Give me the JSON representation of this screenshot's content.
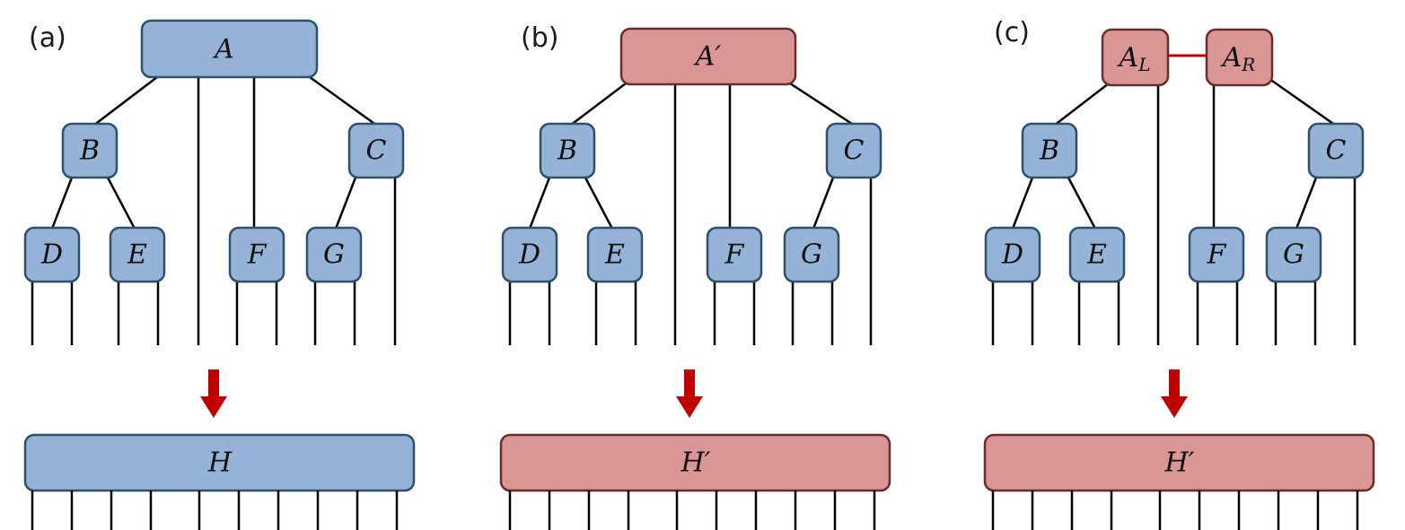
{
  "panels": {
    "a": {
      "label": "(a)",
      "top": "A",
      "nodes": {
        "b": "B",
        "c": "C",
        "d": "D",
        "e": "E",
        "f": "F",
        "g": "G"
      },
      "bottom": "H",
      "color": "#95b3d7"
    },
    "b": {
      "label": "(b)",
      "top": "A′",
      "nodes": {
        "b": "B",
        "c": "C",
        "d": "D",
        "e": "E",
        "f": "F",
        "g": "G"
      },
      "bottom": "H′",
      "color": "#d99694"
    },
    "c": {
      "label": "(c)",
      "top_left": "A",
      "top_left_sub": "L",
      "top_right": "A",
      "top_right_sub": "R",
      "nodes": {
        "b": "B",
        "c": "C",
        "d": "D",
        "e": "E",
        "f": "F",
        "g": "G"
      },
      "bottom": "H′",
      "color": "#d99694"
    }
  },
  "colors": {
    "blue_node": "#95b3d7",
    "red_node": "#d99694",
    "arrow": "#c00000"
  }
}
